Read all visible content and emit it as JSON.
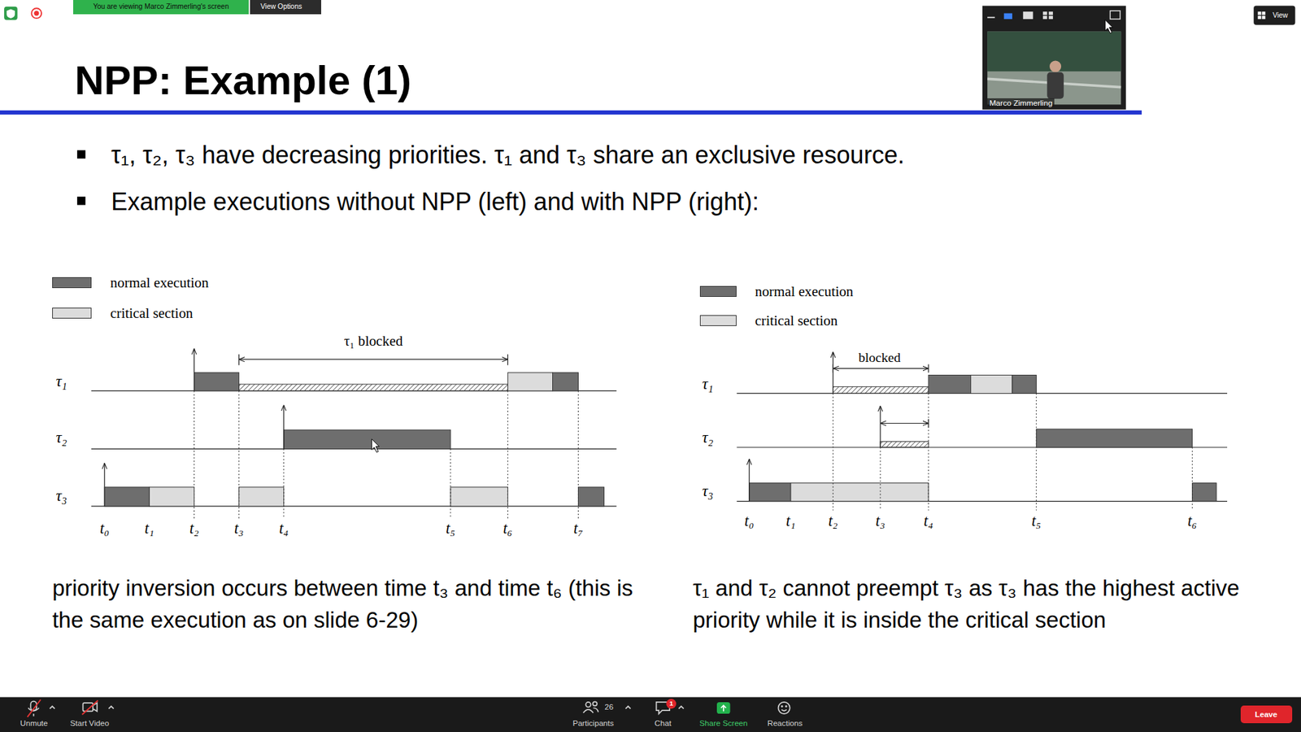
{
  "diagram": {
    "title": "NPP: Example (1)",
    "nodes": [
      {
        "text": [
          "You are viewing Marco Zimmerling's screen"
        ]
      },
      {
        "text": [
          "View Options"
        ]
      },
      {
        "text": [
          "Marco Zimmerling"
        ]
      },
      {
        "text": [
          "View"
        ]
      },
      {
        "text": [
          "Leave"
        ]
      }
    ],
    "labels": [
      "τ₁, τ₂, τ₃ have decreasing priorities. τ₁ and τ₃ share an exclusive resource.",
      "Example executions without NPP (left) and with NPP (right):",
      "τ₁ blocked",
      "τ₁",
      "τ₂",
      "τ₃",
      "t₀",
      "t₁",
      "t₂",
      "t₃",
      "t₄",
      "t₅",
      "t₆",
      "t₇",
      "priority inversion occurs between time t₃ and time t₆ (this is the same execution as on slide 6-29)",
      "blocked",
      "τ₁",
      "τ₂",
      "τ₃",
      "t₀",
      "t₁",
      "t₂",
      "t₃",
      "t₄",
      "t₅",
      "t₆",
      "τ₁ and τ₂ cannot preempt τ₃ as τ₃ has the highest active priority while it is inside the critical section",
      "Unmute",
      "Start Video",
      "26",
      "Participants",
      "1",
      "Chat",
      "Share Screen",
      "Reactions"
    ],
    "legend": [
      {
        "text": "normal execution",
        "color": "#6e6e6e"
      },
      {
        "text": "critical section",
        "color": "#dcdcdc"
      },
      {
        "text": "normal execution",
        "color": "#6e6e6e"
      },
      {
        "text": "critical section",
        "color": "#dcdcdc"
      }
    ]
  }
}
